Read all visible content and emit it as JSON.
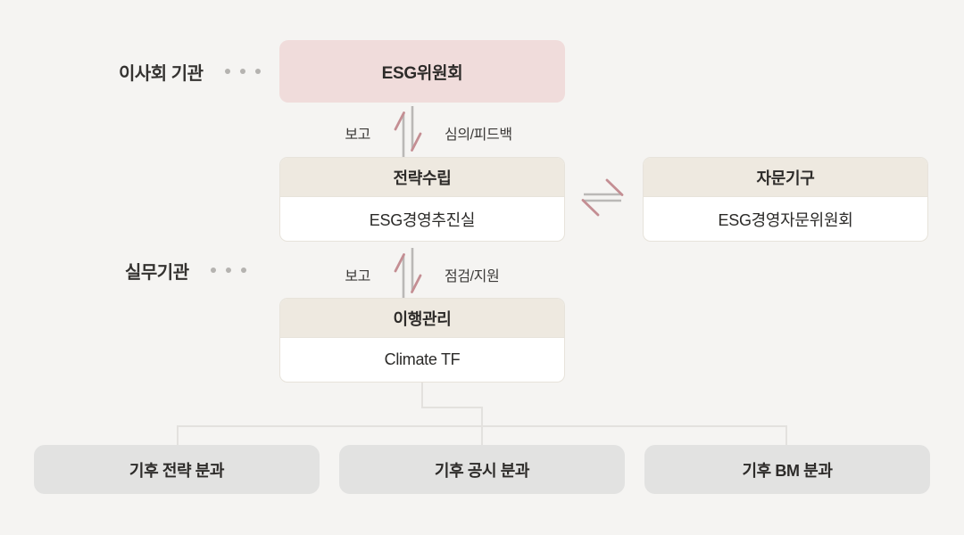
{
  "diagram": {
    "type": "org-governance-diagram",
    "rows": {
      "board_label": "이사회 기관",
      "working_label": "실무기관"
    },
    "nodes": {
      "esg_committee": {
        "label": "ESG위원회"
      },
      "strategy": {
        "header": "전략수립",
        "body": "ESG경영추진실"
      },
      "advisory": {
        "header": "자문기구",
        "body": "ESG경영자문위원회"
      },
      "implementation": {
        "header": "이행관리",
        "body": "Climate TF"
      },
      "sub_strategy": {
        "label": "기후 전략 분과"
      },
      "sub_disclosure": {
        "label": "기후 공시 분과"
      },
      "sub_bm": {
        "label": "기후 BM 분과"
      }
    },
    "flows": {
      "committee_strategy": {
        "left_label": "보고",
        "right_label": "심의/피드백"
      },
      "strategy_implementation": {
        "left_label": "보고",
        "right_label": "점검/지원"
      }
    },
    "colors": {
      "background": "#f5f4f2",
      "pink_node": "#f0dcdb",
      "header_beige": "#eee9e0",
      "body_white": "#ffffff",
      "gray_node": "#e2e2e1",
      "border": "#e7e3db",
      "connector": "#e3e1de",
      "arrow_shaft": "#bab8b6",
      "arrow_head": "#c48e93",
      "text": "#2d2b29",
      "dots": "#b5b3b0"
    }
  }
}
